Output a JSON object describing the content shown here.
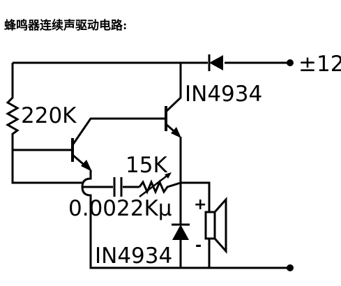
{
  "title": "蜂鸣器连续声驱动电路:",
  "labels": {
    "supply": "±12",
    "diode_top": "IN4934",
    "resistor_220k": "220K",
    "resistor_15k": "15K",
    "capacitor": "0.0022Kµ",
    "diode_bottom": "IN4934",
    "plus": "+",
    "minus": "-"
  }
}
